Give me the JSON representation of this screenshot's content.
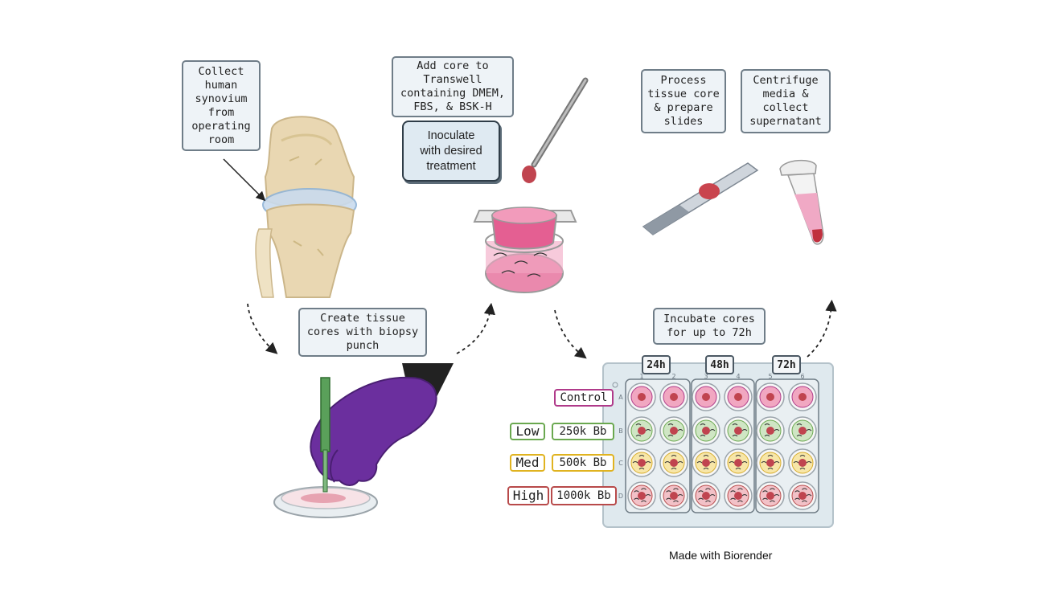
{
  "steps": {
    "collect": [
      "Collect",
      "human",
      "synovium",
      "from",
      "operating",
      "room"
    ],
    "core": [
      "Create tissue",
      "cores with biopsy",
      "punch"
    ],
    "transwell": [
      "Add core to",
      "Transwell",
      "containing DMEM,",
      "FBS, & BSK-H"
    ],
    "inoculate": [
      "Inoculate",
      "with desired",
      "treatment"
    ],
    "process": [
      "Process",
      "tissue core",
      "& prepare",
      "slides"
    ],
    "centrifuge": [
      "Centrifuge",
      "media &",
      "collect",
      "supernatant"
    ],
    "incubate": [
      "Incubate cores",
      "for up to 72h"
    ]
  },
  "plate": {
    "timepoints": [
      "24h",
      "48h",
      "72h"
    ],
    "column_numbers": [
      "1",
      "2",
      "3",
      "4",
      "5",
      "6"
    ],
    "row_letters": [
      "A",
      "B",
      "C",
      "D"
    ],
    "doses": [
      "Control",
      "250k Bb",
      "500k Bb",
      "1000k Bb"
    ],
    "levels": [
      "Low",
      "Med",
      "High"
    ]
  },
  "colors": {
    "control": "#b03a8a",
    "low": "#6aa84f",
    "med": "#e0b320",
    "high": "#b84a4a",
    "glove": "#6b2f9e",
    "medium_pink": "#e06a9a"
  },
  "credit": "Made with Biorender"
}
